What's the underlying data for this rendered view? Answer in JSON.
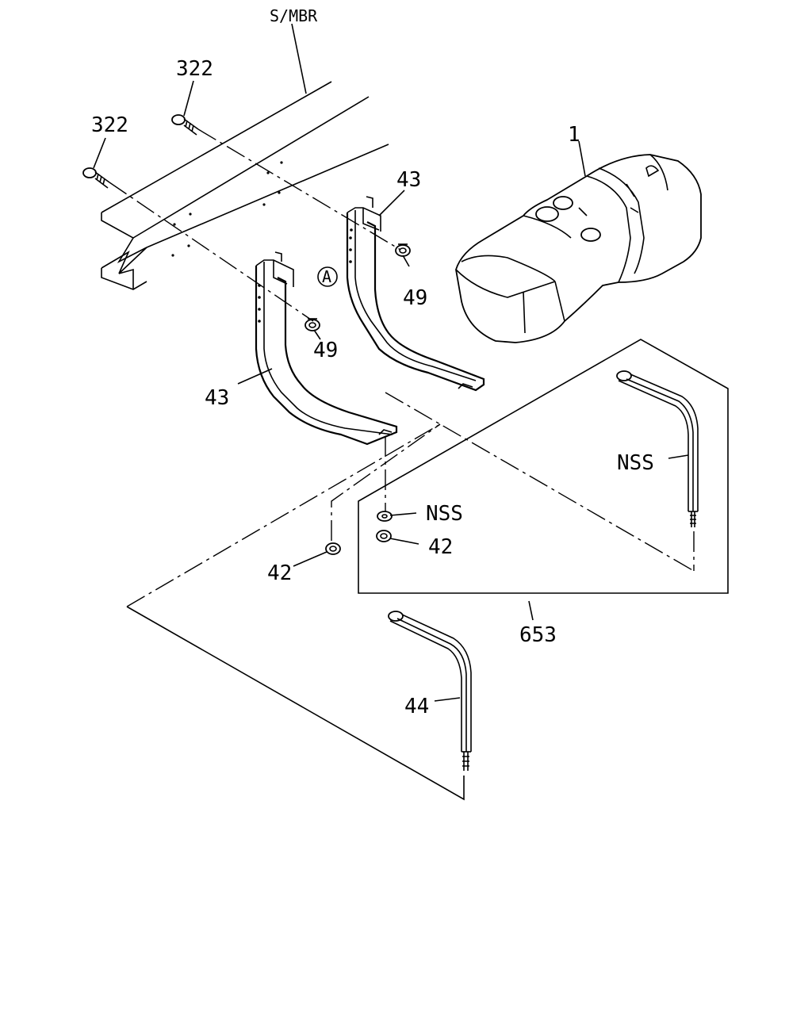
{
  "labels": {
    "frame": "S/MBR",
    "bolt_top": "322",
    "bolt_left": "322",
    "tank": "1",
    "bracket_rear": "43",
    "bracket_front": "43",
    "nut_rear": "49",
    "nut_front": "49",
    "ref_a": "A",
    "nss_strap": "NSS",
    "nss_washer": "NSS",
    "nut_kit": "42",
    "nut_loose": "42",
    "kit": "653",
    "strap": "44"
  }
}
